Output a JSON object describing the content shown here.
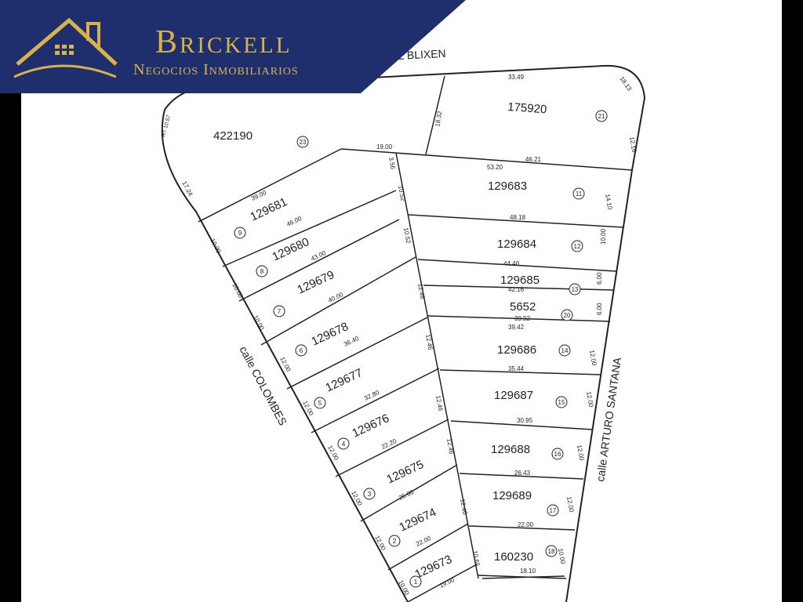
{
  "brand": {
    "name": "Brickell",
    "tagline": "Negocios Inmobiliarios",
    "colors": {
      "banner": "#1f2f6d",
      "gold": "#d8b24a"
    },
    "logo_icon": "house-roof-logo-icon"
  },
  "streets": {
    "top": "L BLIXEN",
    "left": "calle COLOMBES",
    "right": "calle ARTURO SANTANA"
  },
  "parcels": [
    {
      "id": "422190",
      "lot": "23"
    },
    {
      "id": "175920",
      "lot": "21"
    },
    {
      "id": "129681",
      "lot": "9"
    },
    {
      "id": "129680",
      "lot": "8"
    },
    {
      "id": "129679",
      "lot": "7"
    },
    {
      "id": "129678",
      "lot": "6"
    },
    {
      "id": "129677",
      "lot": "5"
    },
    {
      "id": "129676",
      "lot": "4"
    },
    {
      "id": "129675",
      "lot": "3"
    },
    {
      "id": "129674",
      "lot": "2"
    },
    {
      "id": "129673",
      "lot": "1"
    },
    {
      "id": "129683",
      "lot": "11"
    },
    {
      "id": "129684",
      "lot": "12"
    },
    {
      "id": "129685",
      "lot": "13"
    },
    {
      "id": "5652",
      "lot": "20"
    },
    {
      "id": "129686",
      "lot": "14"
    },
    {
      "id": "129687",
      "lot": "15"
    },
    {
      "id": "129688",
      "lot": "16"
    },
    {
      "id": "129689",
      "lot": "17"
    },
    {
      "id": "160230",
      "lot": "18"
    }
  ],
  "dimensions": [
    "33.49",
    "18.13",
    "18.32",
    "12.16",
    "46.21",
    "53.20",
    "19.00",
    "3.56",
    "10.52",
    "14.10",
    "48.18",
    "10.52",
    "10.00",
    "44.40",
    "12.46",
    "42.16",
    "6.00",
    "39.92",
    "6.00",
    "39.42",
    "12.46",
    "12.00",
    "35.44",
    "12.00",
    "30.95",
    "12.46",
    "26.43",
    "12.00",
    "12.46",
    "22.00",
    "12.00",
    "12.46",
    "18.10",
    "10.00",
    "10.65",
    "R= 10.57",
    "17.24",
    "39.00",
    "46.00",
    "10.00",
    "43.00",
    "10.00",
    "40.00",
    "10.00",
    "36.40",
    "12.00",
    "32.80",
    "12.00",
    "22.20",
    "12.00",
    "25.80",
    "12.00",
    "22.00",
    "12.00",
    "19.00",
    "10.00"
  ]
}
